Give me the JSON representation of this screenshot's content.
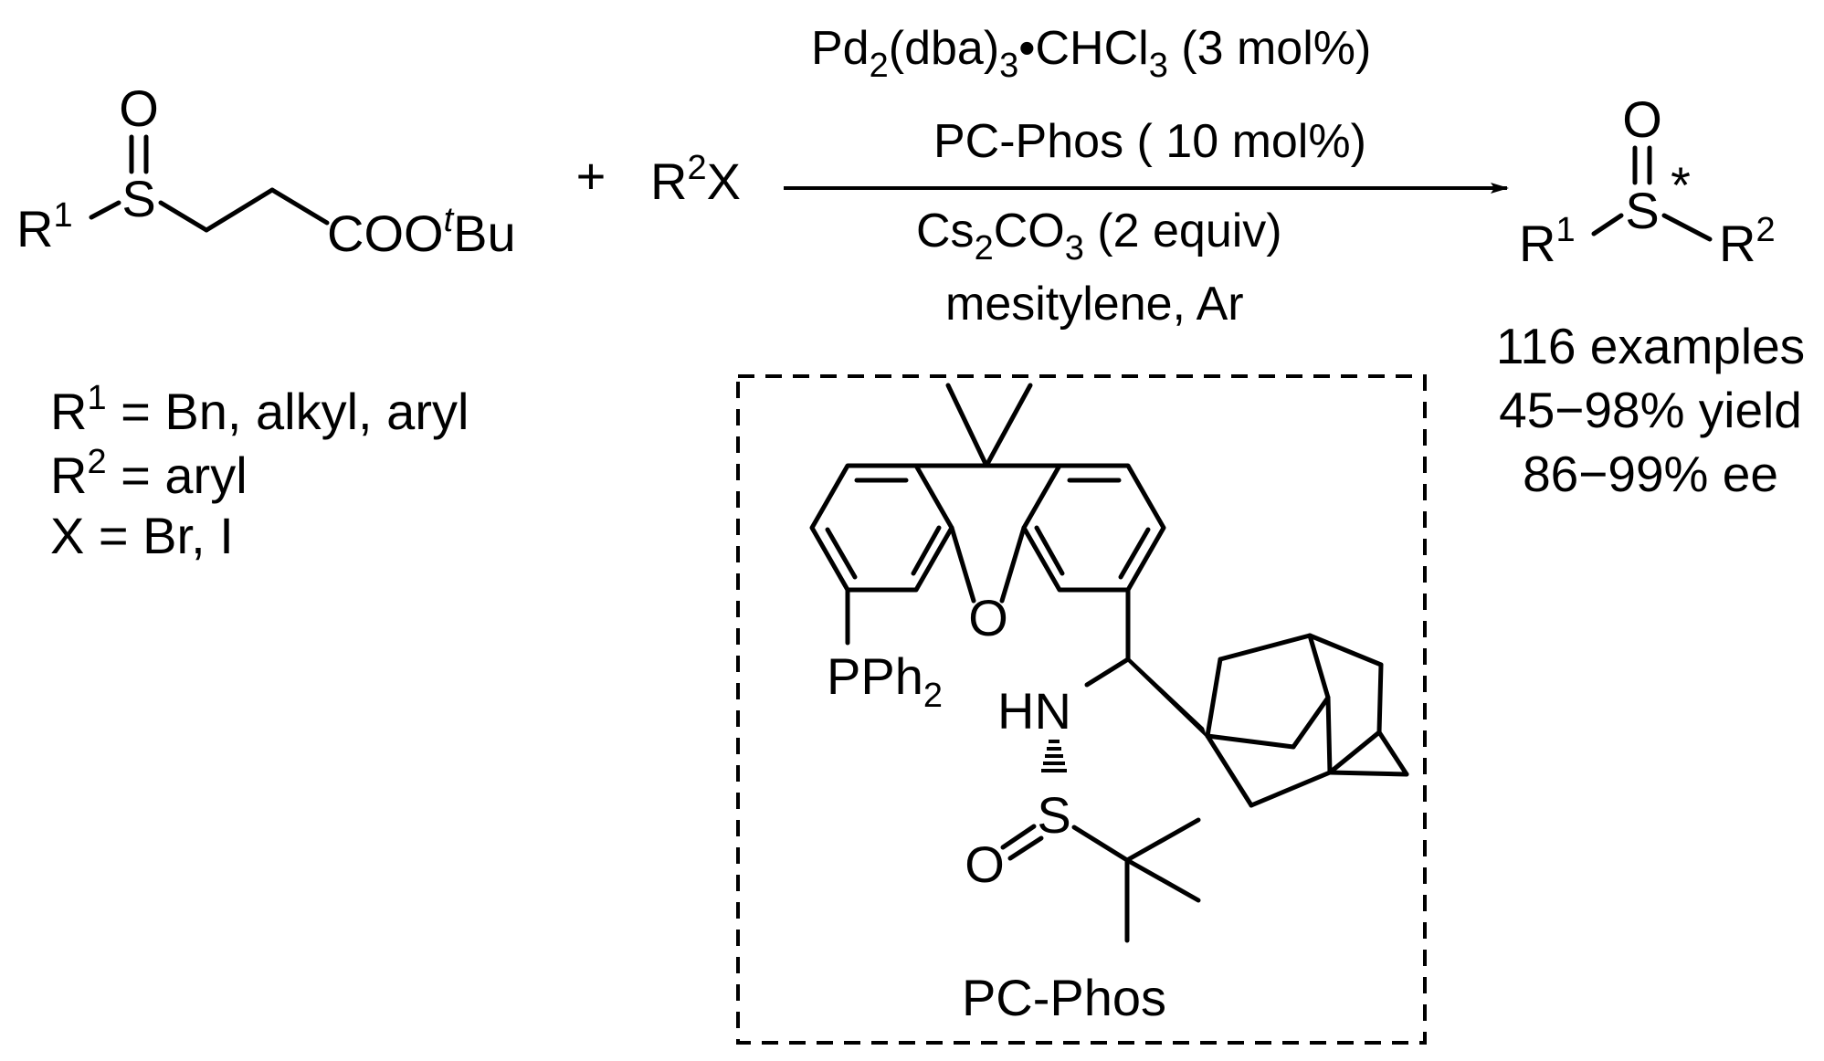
{
  "reactant": {
    "oxygen": "O",
    "sulfur": "S",
    "r_label": "R",
    "r_index": "1",
    "ester_pre": "COO",
    "ester_t": "t",
    "ester_post": "Bu"
  },
  "plus": "+",
  "reagent": {
    "r": "R",
    "r_index": "2",
    "x": "X"
  },
  "conditions": {
    "line1_pd": "Pd",
    "line1_sub2": "2",
    "line1_dba": "(dba)",
    "line1_sub3": "3",
    "line1_rest": "•CHCl",
    "line1_sub3b": "3",
    "line1_tail": " (3 mol%)",
    "line2": "PC-Phos ( 10 mol%)",
    "line3_cs": "Cs",
    "line3_sub2": "2",
    "line3_co": "CO",
    "line3_sub3": "3",
    "line3_tail": " (2 equiv)",
    "line4": "mesitylene, Ar"
  },
  "product": {
    "oxygen": "O",
    "sulfur": "S",
    "star": "*",
    "r1": "R",
    "r1_index": "1",
    "r2": "R",
    "r2_index": "2"
  },
  "results": {
    "examples": "116 examples",
    "yield": "45−98% yield",
    "ee": "86−99% ee"
  },
  "definitions": {
    "r1_label": "R",
    "r1_index": "1",
    "r1_text": " = Bn, alkyl, aryl",
    "r2_label": "R",
    "r2_index": "2",
    "r2_text": " = aryl",
    "x_text": "X = Br, I"
  },
  "ligand": {
    "oxygen": "O",
    "pph2": "PPh",
    "pph2_sub": "2",
    "hn": "HN",
    "sulfur": "S",
    "sulfinyl_o": "O",
    "name": "PC-Phos"
  }
}
